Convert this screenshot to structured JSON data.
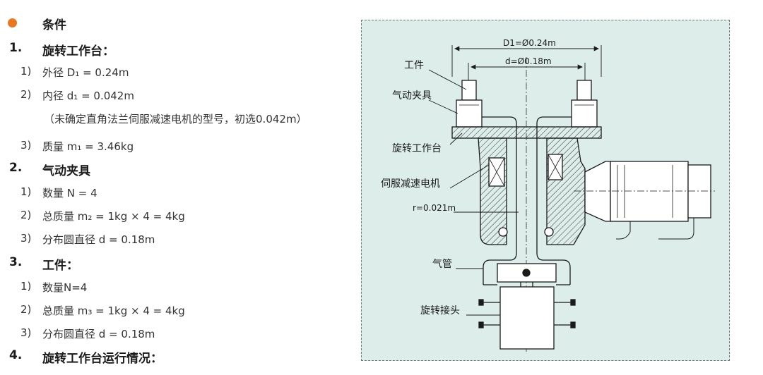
{
  "list": {
    "conditions": "条件",
    "sec1_num": "1.",
    "sec1_title": "旋转工作台：",
    "sec1_items": [
      {
        "num": "1)",
        "text": "外径 D₁ = 0.24m"
      },
      {
        "num": "2)",
        "text": "内径 d₁ = 0.042m"
      },
      {
        "num": "",
        "text": "（未确定直角法兰伺服减速电机的型号，初选0.042m）"
      },
      {
        "num": "3)",
        "text": "质量 m₁ = 3.46kg"
      }
    ],
    "sec2_num": "2.",
    "sec2_title": "气动夹具",
    "sec2_items": [
      {
        "num": "1)",
        "text": "数量 N = 4"
      },
      {
        "num": "2)",
        "text": "总质量 m₂ = 1kg × 4 = 4kg"
      },
      {
        "num": "3)",
        "text": "分布圆直径 d = 0.18m"
      }
    ],
    "sec3_num": "3.",
    "sec3_title": "工件：",
    "sec3_items": [
      {
        "num": "1)",
        "text": "数量N=4"
      },
      {
        "num": "2)",
        "text": "总质量 m₃ = 1kg × 4 = 4kg"
      },
      {
        "num": "3)",
        "text": "分布圆直径 d = 0.18m"
      }
    ],
    "sec4_num": "4.",
    "sec4_title": "旋转工作台运行情况："
  },
  "diagram": {
    "dim_outer": "D1=Ø0.24m",
    "dim_inner": "d=Ø0.18m",
    "label_workpiece": "工件",
    "label_clamp": "气动夹具",
    "label_table": "旋转工作台",
    "label_motor": "伺服减速电机",
    "label_radius": "r=0.021m",
    "label_airpipe": "气管",
    "label_joint": "旋转接头"
  },
  "colors": {
    "bullet": "#e87722",
    "panel_bg": "#dcedea",
    "line": "#1a1a1a"
  }
}
